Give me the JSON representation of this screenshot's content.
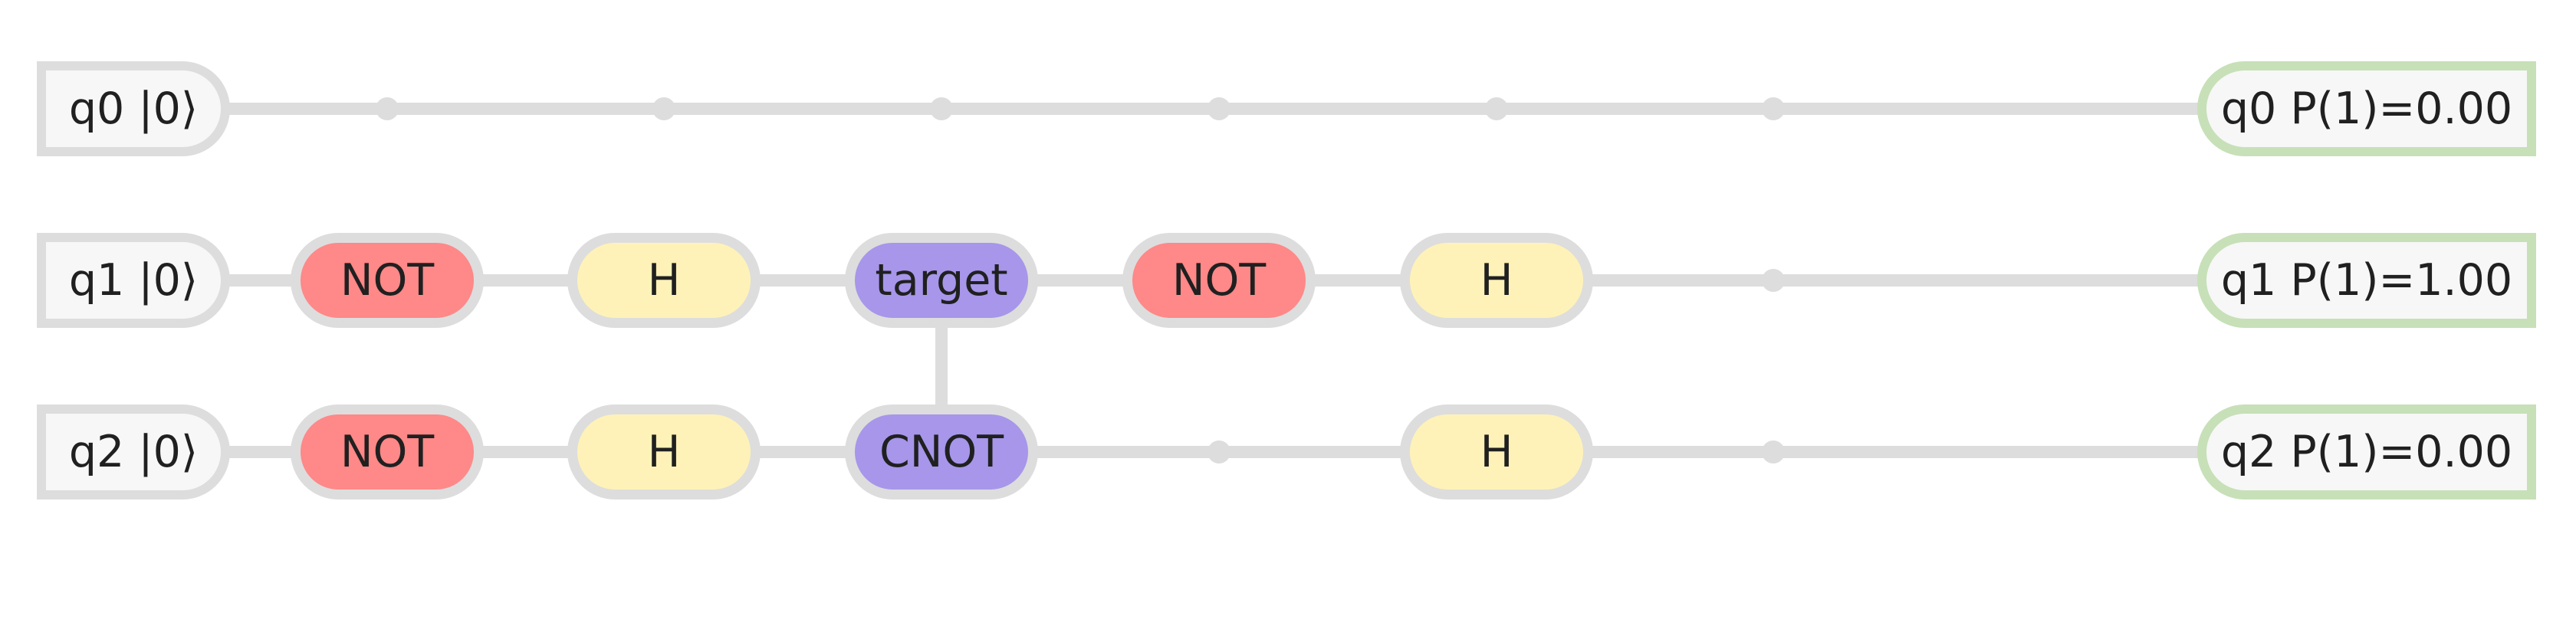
{
  "colors": {
    "wire": "#dddddd",
    "input_fill": "#f7f7f7",
    "output_border": "#c7e0b8",
    "not_gate": "#ff8888",
    "h_gate": "#fff2b8",
    "cnot_gate": "#a796ea"
  },
  "circuit": {
    "qubits": [
      {
        "input": "q0 |0⟩",
        "output": "q0 P(1)=0.00"
      },
      {
        "input": "q1 |0⟩",
        "output": "q1 P(1)=1.00"
      },
      {
        "input": "q2 |0⟩",
        "output": "q2 P(1)=0.00"
      }
    ],
    "gates": {
      "q1_not_1": "NOT",
      "q1_h_1": "H",
      "q1_target": "target",
      "q1_not_2": "NOT",
      "q1_h_2": "H",
      "q2_not_1": "NOT",
      "q2_h_1": "H",
      "q2_cnot": "CNOT",
      "q2_h_2": "H"
    }
  }
}
